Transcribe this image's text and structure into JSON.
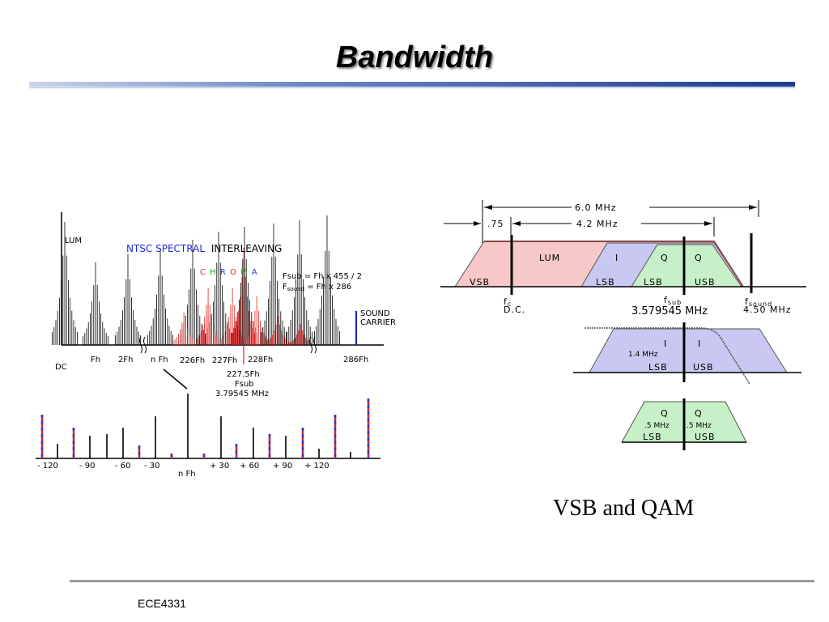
{
  "slide": {
    "title": "Bandwidth",
    "caption": "VSB and QAM",
    "footer": "ECE4331"
  },
  "ntsc_figure": {
    "lum": "LUM",
    "title_part1": "NTSC  SPECTRAL",
    "title_part2": "INTERLEAVING",
    "chroma_letters": [
      "C",
      "H",
      "R",
      "O",
      "M",
      "A"
    ],
    "chroma_colors": [
      "#e02020",
      "#20a020",
      "#2040e0",
      "#e02020",
      "#20a020",
      "#2040e0"
    ],
    "fsub_eq": "Fsub = Fh x 455 / 2",
    "fsound_eq_prefix": "F",
    "fsound_eq_sub": "sound",
    "fsound_eq_rest": " = Fh x 286",
    "sound_carrier": [
      "SOUND",
      "CARRIER"
    ],
    "dc": "DC",
    "axis_ticks": [
      "Fh",
      "2Fh",
      "n Fh",
      "226Fh",
      "227Fh",
      "228Fh",
      "286Fh"
    ],
    "fsub_note": [
      "227.5Fh",
      "Fsub",
      "3.79545 MHz"
    ],
    "zoom_ticks": [
      "- 120",
      "- 90",
      "- 60",
      "- 30",
      "+ 30",
      "+ 60",
      "+ 90",
      "+ 120"
    ],
    "zoom_center": "n Fh"
  },
  "vsb_figure": {
    "bw_total": "6.0 MHz",
    "bw_offset": ".75",
    "bw_lum": "4.2 MHz",
    "lum": "LUM",
    "vsb": "VSB",
    "i": "I",
    "q": "Q",
    "lsb": "LSB",
    "usb": "USB",
    "fc": "f",
    "fc_sub": "c",
    "dc": "D.C.",
    "fsub": "f",
    "fsub_sub": "sub",
    "fsub_value": "3.579545 MHz",
    "fsound": "f",
    "fsound_sub": "sound",
    "fsound_value": "4.50 MHz",
    "i_bw": "1.4 MHz",
    "q_bw": ".5 MHz",
    "colors": {
      "lum": "#f6c8c8",
      "i": "#c8c8f2",
      "q": "#c8f0c8"
    }
  }
}
